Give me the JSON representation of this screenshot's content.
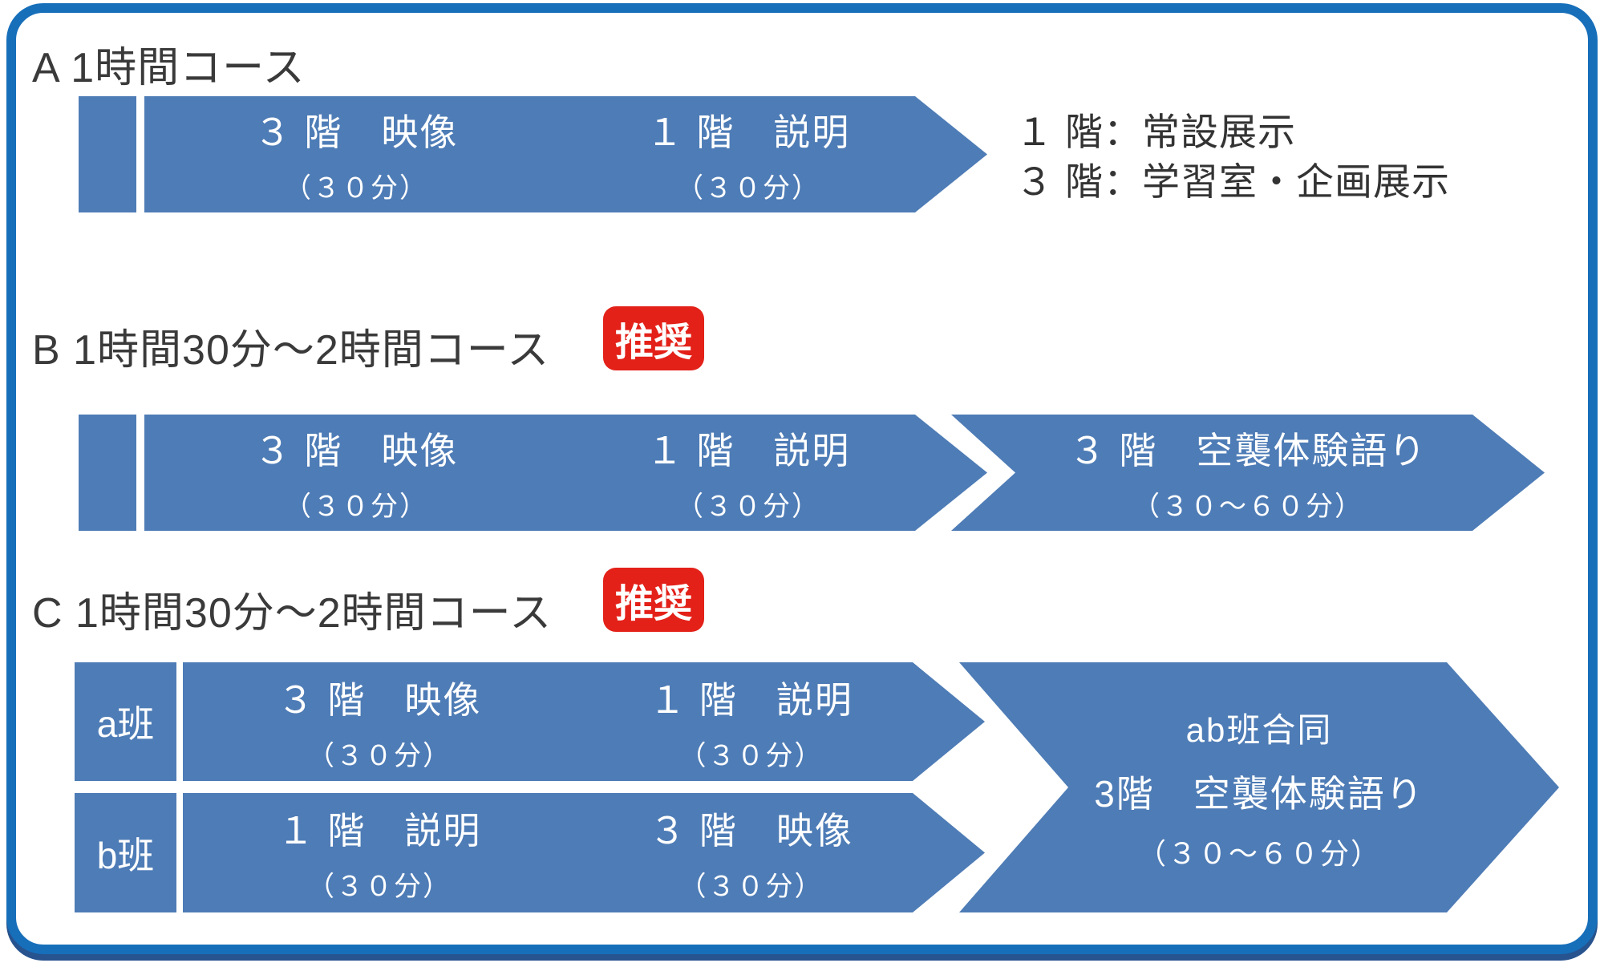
{
  "colors": {
    "frame_blue": "#176FBA",
    "frame_shadow": "#27538E",
    "arrow_blue": "#4E7CB6",
    "badge_red": "#E32119",
    "title_text": "#3A3A3A",
    "arrow_text": "#FFFFFF"
  },
  "sections": {
    "a": {
      "title": "A 1時間コース",
      "arrows": [
        {
          "line1": "３ 階　映像",
          "line2": "（３０分）"
        },
        {
          "line1": "１ 階　説明",
          "line2": "（３０分）"
        }
      ],
      "legend": {
        "line1": "１ 階：常設展示",
        "line2": "３ 階：学習室・企画展示"
      }
    },
    "b": {
      "title": "B 1時間30分～2時間コース",
      "badge": "推奨",
      "arrows": [
        {
          "line1": "３ 階　映像",
          "line2": "（３０分）"
        },
        {
          "line1": "１ 階　説明",
          "line2": "（３０分）"
        },
        {
          "line1": "３ 階　空襲体験語り",
          "line2": "（３０～６０分）"
        }
      ]
    },
    "c": {
      "title": "C 1時間30分～2時間コース",
      "badge": "推奨",
      "group_a": {
        "label": "a班",
        "arrows": [
          {
            "line1": "３ 階　映像",
            "line2": "（３０分）"
          },
          {
            "line1": "１ 階　説明",
            "line2": "（３０分）"
          }
        ]
      },
      "group_b": {
        "label": "b班",
        "arrows": [
          {
            "line1": "１ 階　説明",
            "line2": "（３０分）"
          },
          {
            "line1": "３ 階　映像",
            "line2": "（３０分）"
          }
        ]
      },
      "joint_arrow": {
        "line1": "ab班合同",
        "line2": "3階　空襲体験語り",
        "line3": "（３０～６０分）"
      }
    }
  }
}
